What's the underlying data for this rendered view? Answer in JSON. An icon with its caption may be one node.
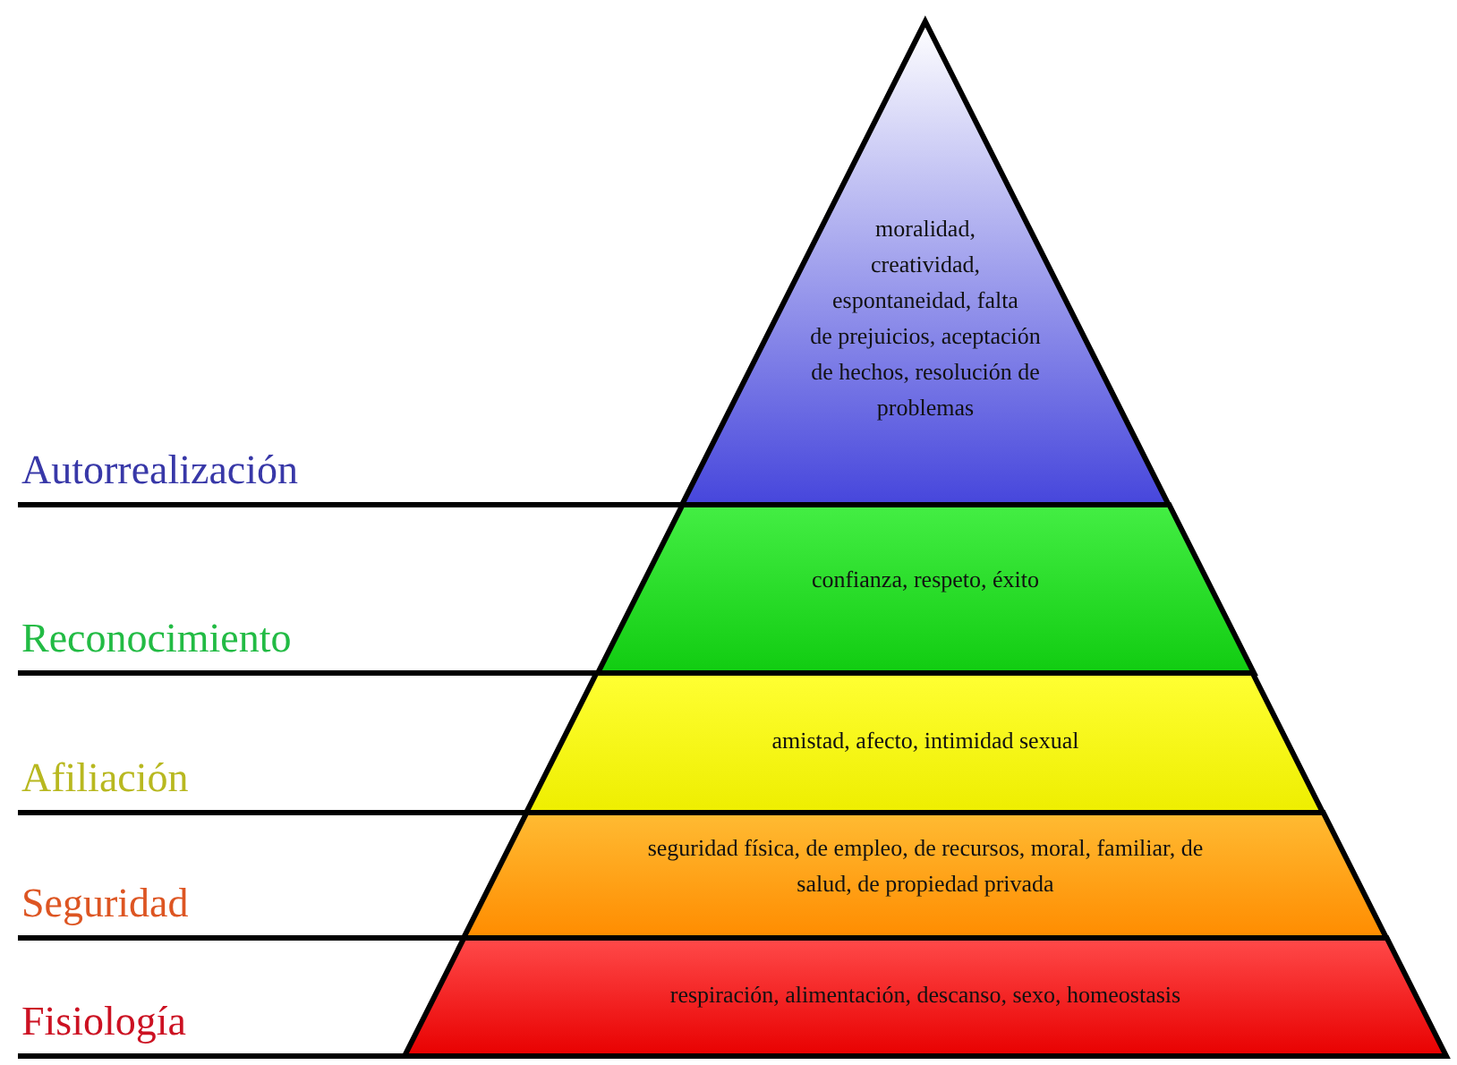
{
  "diagram": {
    "nodes": [
      {
        "text": [
          "moralidad, creatividad, espontaneidad, falta de prejuicios, aceptación de hechos, resolución de problemas"
        ]
      },
      {
        "text": [
          "confianza, respeto, éxito"
        ]
      },
      {
        "text": [
          "amistad, afecto, intimidad sexual"
        ]
      },
      {
        "text": [
          "seguridad física, de empleo, de recursos, moral, familiar, de salud, de propiedad privada"
        ]
      },
      {
        "text": [
          "respiración, alimentación, descanso, sexo, homeostasis"
        ]
      }
    ],
    "labels": [
      "Autorrealización",
      "Reconocimiento",
      "Afiliación",
      "Seguridad",
      "Fisiología"
    ]
  }
}
